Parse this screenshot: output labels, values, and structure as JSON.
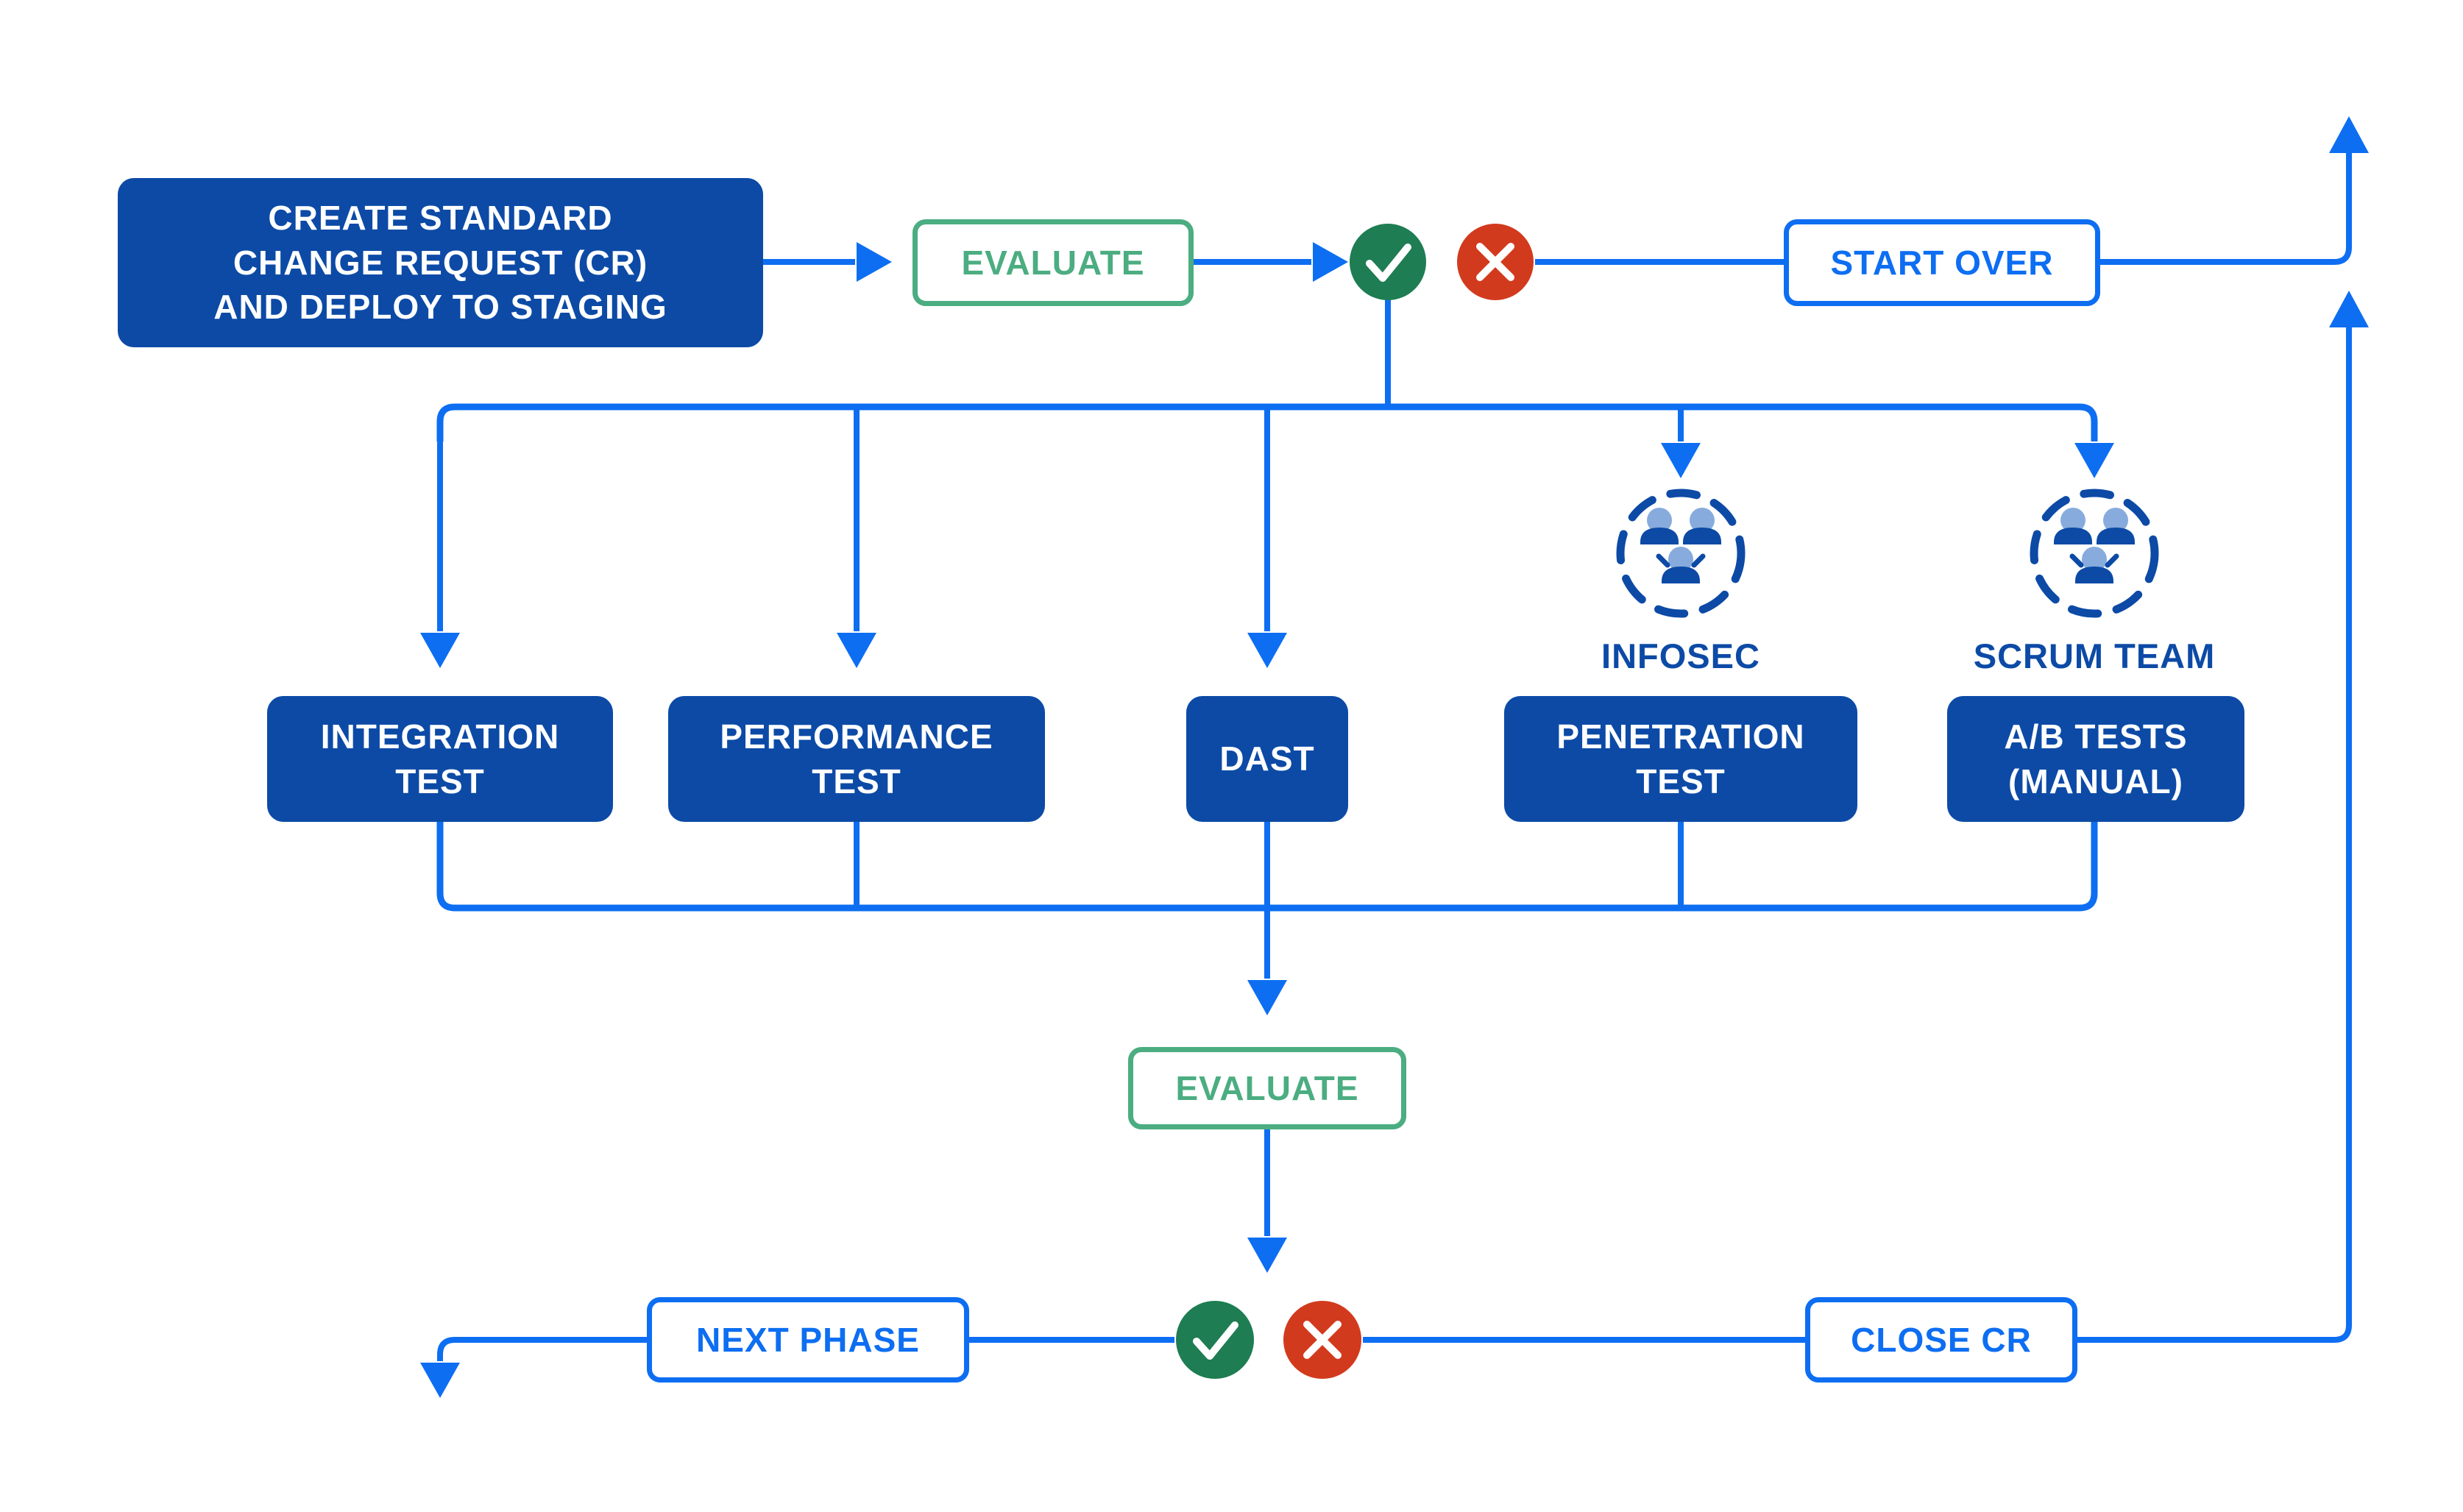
{
  "diagram_type": "flowchart",
  "nodes": {
    "create_cr": {
      "line1": "CREATE STANDARD",
      "line2": "CHANGE REQUEST (CR)",
      "line3": "AND DEPLOY TO STAGING"
    },
    "evaluate_top": {
      "label": "EVALUATE"
    },
    "start_over": {
      "label": "START OVER"
    },
    "integration_test": {
      "line1": "INTEGRATION",
      "line2": "TEST"
    },
    "performance_test": {
      "line1": "PERFORMANCE",
      "line2": "TEST"
    },
    "dast": {
      "label": "DAST"
    },
    "penetration_test": {
      "line1": "PENETRATION",
      "line2": "TEST"
    },
    "ab_tests": {
      "line1": "A/B TESTS",
      "line2": "(MANUAL)"
    },
    "infosec": {
      "label": "INFOSEC"
    },
    "scrum_team": {
      "label": "SCRUM TEAM"
    },
    "evaluate_bottom": {
      "label": "EVALUATE"
    },
    "next_phase": {
      "label": "NEXT PHASE"
    },
    "close_cr": {
      "label": "CLOSE CR"
    }
  },
  "icons": {
    "pass": "check-icon",
    "fail": "x-icon",
    "infosec": "team-circle-icon",
    "scrum": "team-circle-icon"
  },
  "colors": {
    "navy": "#0C4AA6",
    "blue": "#0D6EF2",
    "green": "#4BAD81",
    "check_green": "#1E7D52",
    "red": "#D23A1E",
    "head_blue": "#87ABDD",
    "white": "#FFFFFF"
  }
}
